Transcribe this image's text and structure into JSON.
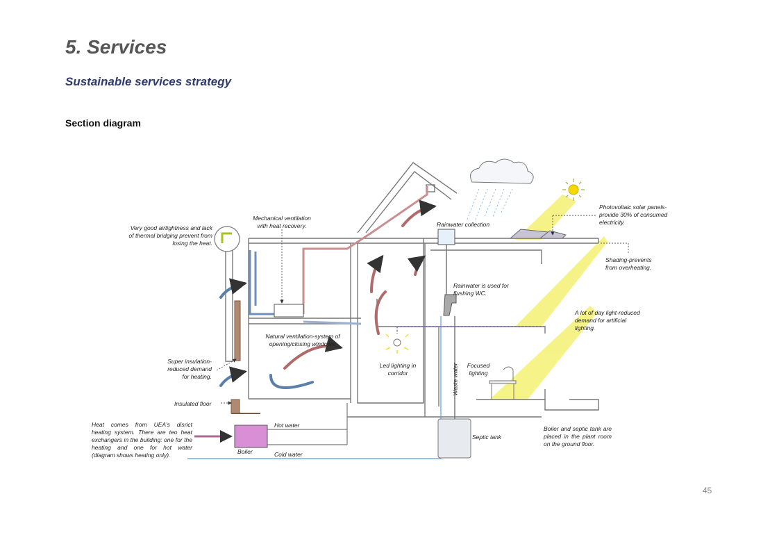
{
  "page": {
    "title": "5. Services",
    "subtitle": "Sustainable services strategy",
    "section_heading": "Section diagram",
    "page_number": "45"
  },
  "annotations": {
    "airtightness": "Very good airtightness and lack of thermal bridging prevent from losing the heat.",
    "mech_vent": "Mechanical ventilation with heat recovery.",
    "rainwater_collection": "Rainwater collection",
    "pv": "Photovoltaic solar panels-provide 30% of consumed electricity.",
    "shading": "Shading-prevents from overheating.",
    "rainwater_wc": "Rainwater is used for flushing WC.",
    "daylight": "A lot of day light-reduced demand for artificial lighting.",
    "natural_vent": "Natural ventilation-system of opening/closing windows.",
    "super_insulation": "Super insulation-reduced demand for heating.",
    "led": "Led lighting in corridor",
    "focused": "Focused lighting",
    "waste_water": "Waste water",
    "insulated_floor": "Insulated floor",
    "heat_source": "Heat comes from UEA's disrict heating system. There are teo heat exchangers in the building: one for the heating and one for hot water (diagram shows heating only).",
    "hot_water": "Hot water",
    "cold_water": "Cold water",
    "boiler": "Boiler",
    "septic_tank": "Septic tank",
    "plant_room": "Boiler and septic tank are placed in the plant room on the ground floor."
  },
  "colors": {
    "title": "#555555",
    "subtitle": "#2e3a6e",
    "warm_air": "#b06a6a",
    "cool_air": "#5a7fa8",
    "sunlight": "#f2ee55",
    "boiler": "#d98fd6",
    "water_pipe": "#5a9fd8"
  }
}
